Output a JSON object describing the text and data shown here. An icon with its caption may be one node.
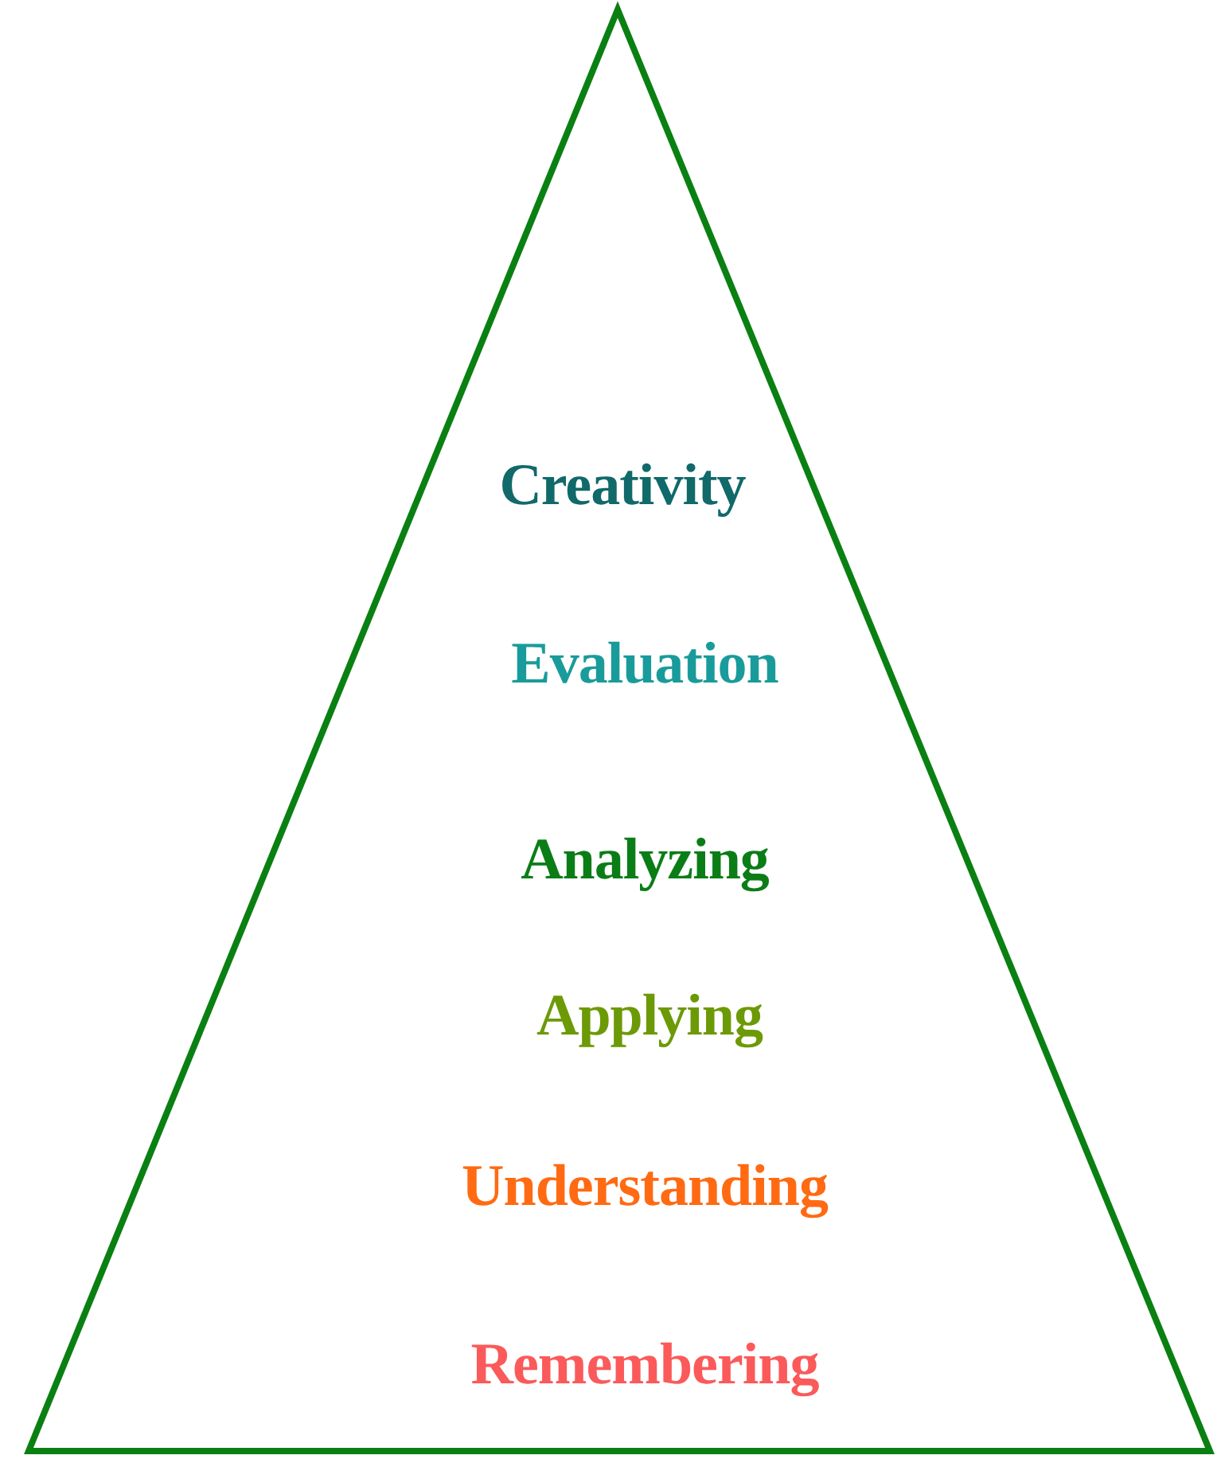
{
  "diagram": {
    "nodes": [
      {
        "text": [
          "Creativity",
          "Evaluation",
          "Analyzing",
          "Applying",
          "Understanding",
          "Remembering"
        ]
      }
    ]
  }
}
